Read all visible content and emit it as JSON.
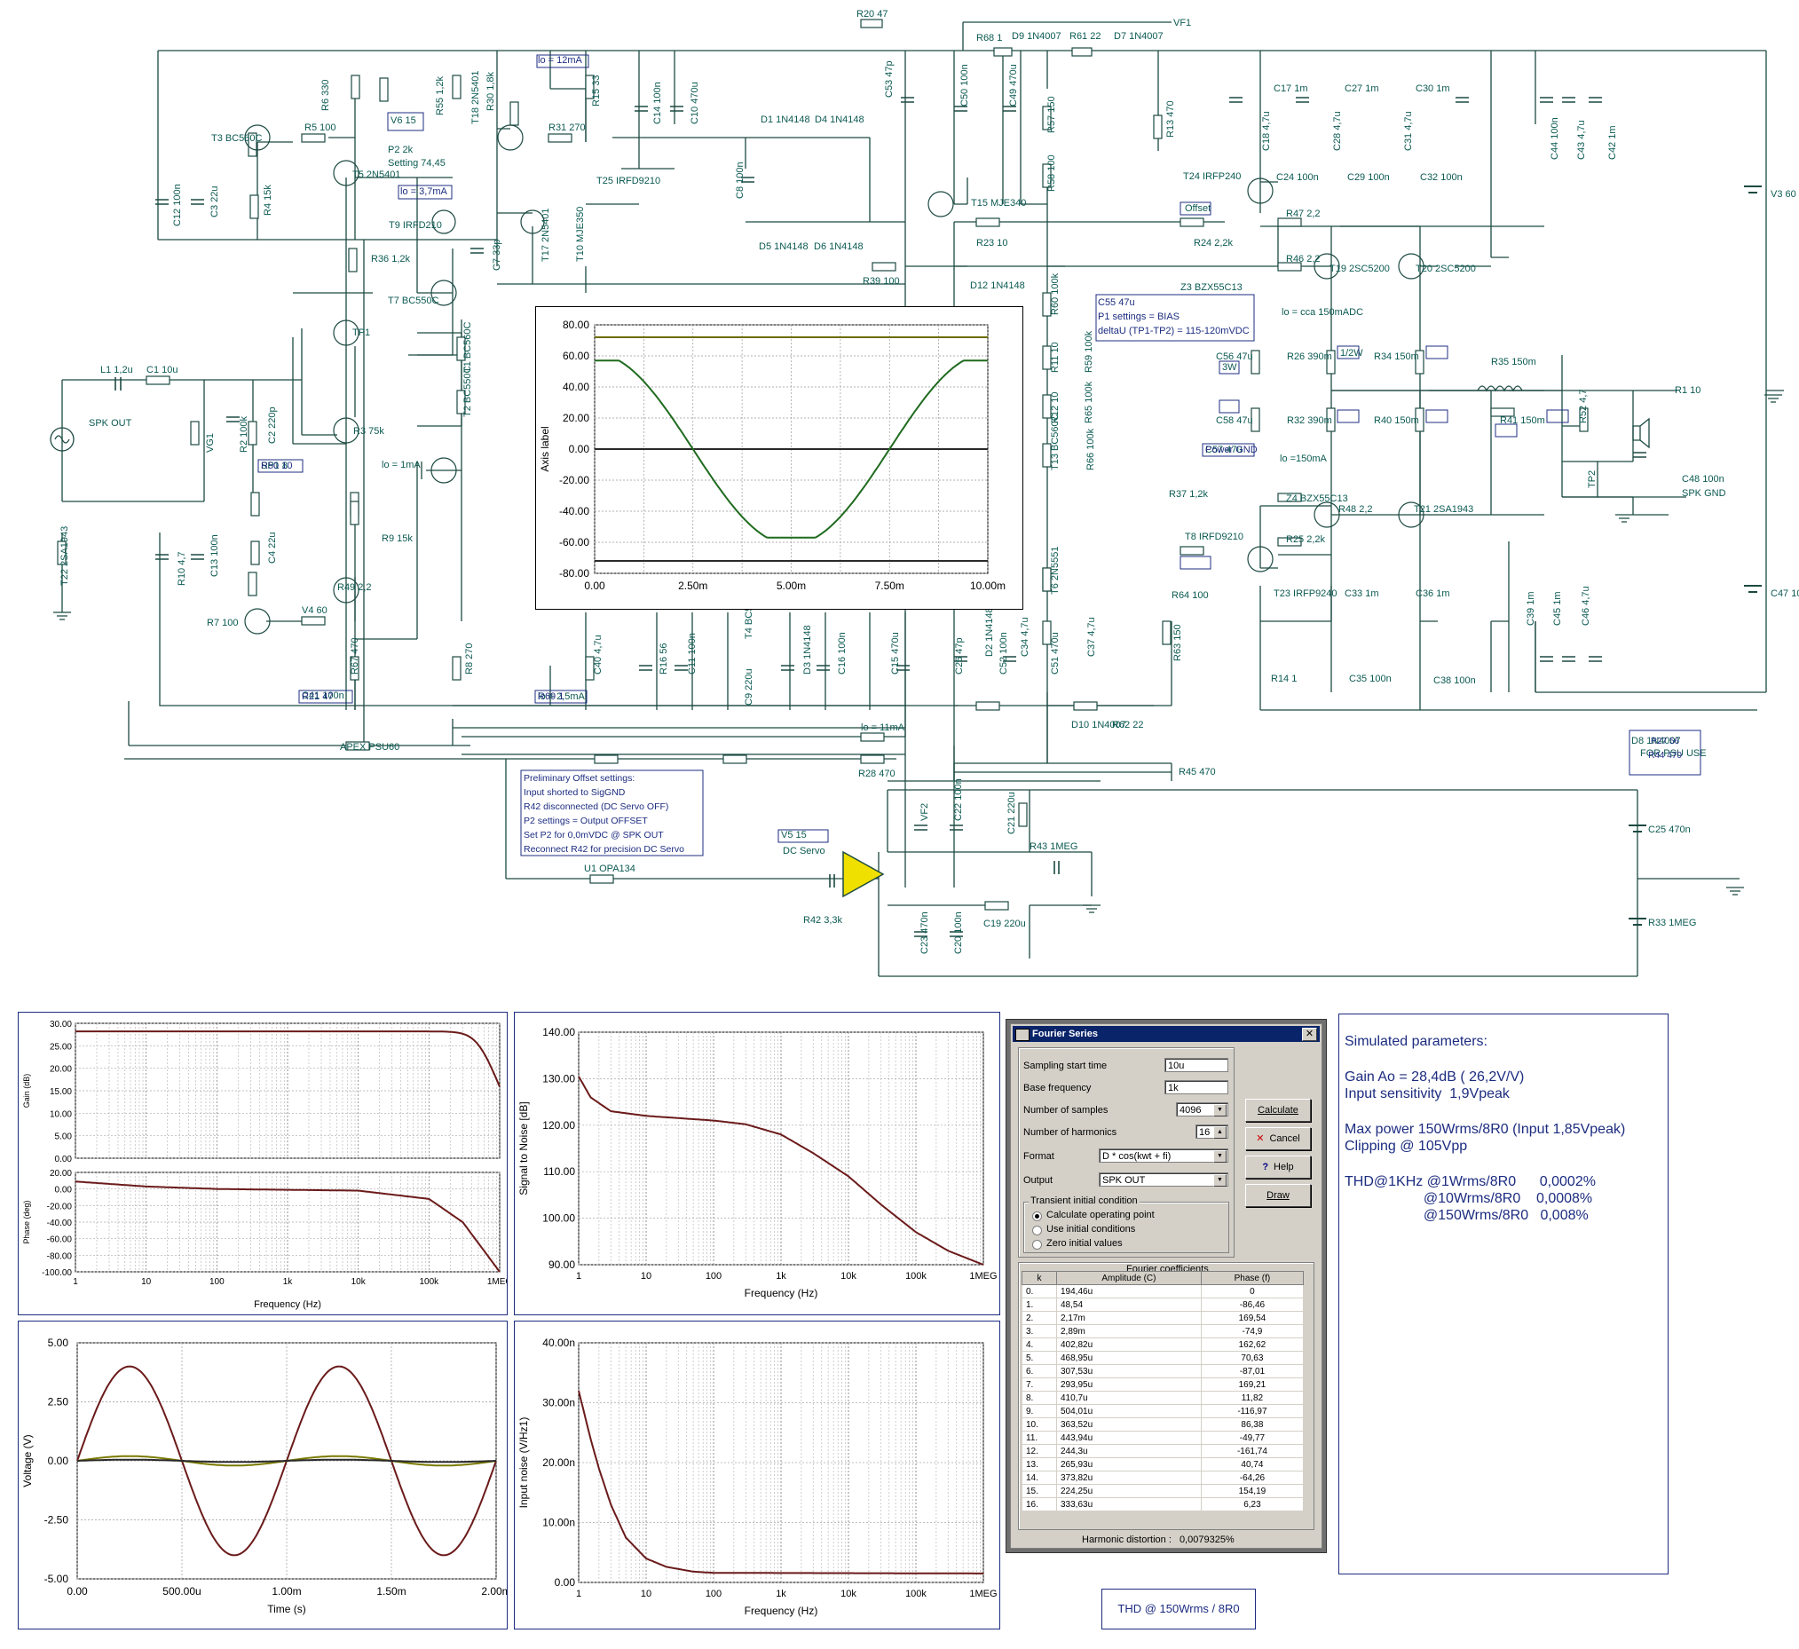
{
  "schematic": {
    "labels": [
      {
        "t": "R20 47"
      },
      {
        "t": "VF1"
      },
      {
        "t": "lo = 12mA"
      },
      {
        "t": "R68 1"
      },
      {
        "t": "D9 1N4007"
      },
      {
        "t": "R61 22"
      },
      {
        "t": "D7 1N4007"
      },
      {
        "t": "R6 330"
      },
      {
        "t": "R55 1,2k"
      },
      {
        "t": "R30 1,8k"
      },
      {
        "t": "R15 33"
      },
      {
        "t": "C14 100n"
      },
      {
        "t": "C10 470u"
      },
      {
        "t": "C53 47p"
      },
      {
        "t": "C50 100n"
      },
      {
        "t": "C49 470u"
      },
      {
        "t": "R57 150"
      },
      {
        "t": "R13 470"
      },
      {
        "t": "C17 1m"
      },
      {
        "t": "C27 1m"
      },
      {
        "t": "C30 1m"
      },
      {
        "t": "C44 100n"
      },
      {
        "t": "C43 4,7u"
      },
      {
        "t": "C42 1m"
      },
      {
        "t": "V3 60"
      },
      {
        "t": "T3 BC560C"
      },
      {
        "t": "R5 100"
      },
      {
        "t": "P2 2k"
      },
      {
        "t": "Setting 74,45"
      },
      {
        "t": "T5 2N5401"
      },
      {
        "t": "T18 2N5401"
      },
      {
        "t": "R31 270"
      },
      {
        "t": "D1 1N4148"
      },
      {
        "t": "D4 1N4148"
      },
      {
        "t": "T25 IRFD9210"
      },
      {
        "t": "C18 4,7u"
      },
      {
        "t": "C28 4,7u"
      },
      {
        "t": "C31 4,7u"
      },
      {
        "t": "C24 100n"
      },
      {
        "t": "C29 100n"
      },
      {
        "t": "C32 100n"
      },
      {
        "t": "T24 IRFP240"
      },
      {
        "t": "R58 100"
      },
      {
        "t": "C12 100n"
      },
      {
        "t": "C3 22u"
      },
      {
        "t": "R4 15k"
      },
      {
        "t": "lo = 3,7mA"
      },
      {
        "t": "C8 100n"
      },
      {
        "t": "T15 MJE340"
      },
      {
        "t": "R47 2,2"
      },
      {
        "t": "T9 IRFD210"
      },
      {
        "t": "T17 2N5401"
      },
      {
        "t": "T10 MJE350"
      },
      {
        "t": "D5 1N4148"
      },
      {
        "t": "D6 1N4148"
      },
      {
        "t": "R23 10"
      },
      {
        "t": "R24 2,2k"
      },
      {
        "t": "R36 1,2k"
      },
      {
        "t": "C7 33p"
      },
      {
        "t": "R46 2,2"
      },
      {
        "t": "T19 2SC5200"
      },
      {
        "t": "T20 2SC5200"
      },
      {
        "t": "R39 100"
      },
      {
        "t": "D12 1N4148"
      },
      {
        "t": "Z3 BZX55C13"
      },
      {
        "t": "T7 BC550C"
      },
      {
        "t": "R60 100k"
      },
      {
        "t": "C55 47u"
      },
      {
        "t": "P1 settings = BIAS"
      },
      {
        "t": "deltaU (TP1-TP2) = 115-120mVDC"
      },
      {
        "t": "lo = cca 150mADC"
      },
      {
        "t": "TP1"
      },
      {
        "t": "T1 BC560C"
      },
      {
        "t": "R11 10"
      },
      {
        "t": "R59 100k"
      },
      {
        "t": "C56 47u"
      },
      {
        "t": "R26 390m"
      },
      {
        "t": "R34 150m"
      },
      {
        "t": "R35 150m"
      },
      {
        "t": "L1 1,2u"
      },
      {
        "t": "C1 10u"
      },
      {
        "t": "R1 10"
      },
      {
        "t": "SPK OUT"
      },
      {
        "t": "VG1"
      },
      {
        "t": "R2 100k"
      },
      {
        "t": "C2 220p"
      },
      {
        "t": "R3 75k"
      },
      {
        "t": "T2 BC550C"
      },
      {
        "t": "R12 10"
      },
      {
        "t": "R65 100k"
      },
      {
        "t": "C58 47u"
      },
      {
        "t": "R32 390m"
      },
      {
        "t": "R40 150m"
      },
      {
        "t": "R41 150m"
      },
      {
        "t": "R52 4,7"
      },
      {
        "t": "R50 10"
      },
      {
        "t": "SP1 8"
      },
      {
        "t": "lo = 1mA"
      },
      {
        "t": "T13 BC560C"
      },
      {
        "t": "R66 100k"
      },
      {
        "t": "C57 47u"
      },
      {
        "t": "lo =150mA"
      },
      {
        "t": "TP2"
      },
      {
        "t": "C48 100n"
      },
      {
        "t": "SPK GND"
      },
      {
        "t": "Power GND"
      },
      {
        "t": "R37 1,2k"
      },
      {
        "t": "Z4 BZX55C13"
      },
      {
        "t": "R48 2,2"
      },
      {
        "t": "T21 2SA1943"
      },
      {
        "t": "T22 2SA1943"
      },
      {
        "t": "R10 4,7"
      },
      {
        "t": "C13 100n"
      },
      {
        "t": "C4 22u"
      },
      {
        "t": "R9 15k"
      },
      {
        "t": "T8 IRFD9210"
      },
      {
        "t": "R25 2,2k"
      },
      {
        "t": "R49 2,2"
      },
      {
        "t": "T6 2N5551"
      },
      {
        "t": "R64 100"
      },
      {
        "t": "T23 IRFP9240"
      },
      {
        "t": "C33 1m"
      },
      {
        "t": "C36 1m"
      },
      {
        "t": "C39 1m"
      },
      {
        "t": "C45 1m"
      },
      {
        "t": "C46 4,7u"
      },
      {
        "t": "C47 100n"
      },
      {
        "t": "V4 60"
      },
      {
        "t": "R7 100"
      },
      {
        "t": "T4 BC550C"
      },
      {
        "t": "D2 1N4148"
      },
      {
        "t": "C34 4,7u"
      },
      {
        "t": "C37 4,7u"
      },
      {
        "t": "C40 4,7u"
      },
      {
        "t": "R16 56"
      },
      {
        "t": "C11 100n"
      },
      {
        "t": "C9 220u"
      },
      {
        "t": "D3 1N4148"
      },
      {
        "t": "C16 100n"
      },
      {
        "t": "C15 470u"
      },
      {
        "t": "C26 47p"
      },
      {
        "t": "C52 100n"
      },
      {
        "t": "C51 470u"
      },
      {
        "t": "R63 150"
      },
      {
        "t": "R67 470"
      },
      {
        "t": "R8 270"
      },
      {
        "t": "R14 1"
      },
      {
        "t": "C35 100n"
      },
      {
        "t": "C38 100n"
      },
      {
        "t": "C41 100n"
      },
      {
        "t": "lo = 2,5mA"
      },
      {
        "t": "lo = 11mA"
      },
      {
        "t": "R21 47"
      },
      {
        "t": "R69 1"
      },
      {
        "t": "D10 1N4007"
      },
      {
        "t": "R62 22"
      },
      {
        "t": "D8 1N4007"
      },
      {
        "t": "FOR PSU USE"
      },
      {
        "t": "APEX PSU60"
      },
      {
        "t": "R27 56"
      },
      {
        "t": "R44 470"
      },
      {
        "t": "R28 470"
      },
      {
        "t": "R45 470"
      },
      {
        "t": "VF2"
      },
      {
        "t": "C22 100n"
      },
      {
        "t": "C21 220u"
      },
      {
        "t": "R43 1MEG"
      },
      {
        "t": "C25 470n"
      },
      {
        "t": "V5 15"
      },
      {
        "t": "DC Servo"
      },
      {
        "t": "U1 OPA134"
      },
      {
        "t": "R42 3,3k"
      },
      {
        "t": "C23 470n"
      },
      {
        "t": "C20 100n"
      },
      {
        "t": "C19 220u"
      },
      {
        "t": "R33 1MEG"
      },
      {
        "t": "V6 15"
      },
      {
        "t": "Offset"
      },
      {
        "t": "1/2W"
      },
      {
        "t": "3W"
      },
      {
        "t": "5W"
      }
    ],
    "notes": {
      "offset_lines": [
        "Preliminary Offset settings:",
        "Input shorted to SigGND",
        "R42 disconnected (DC Servo OFF)",
        "P2 settings = Output OFFSET",
        "Set P2 for 0,0mVDC @ SPK OUT",
        "Reconnect R42 for precision DC Servo"
      ]
    }
  },
  "chart_data": [
    {
      "type": "line",
      "id": "transient-main",
      "ylabel": "Axis label",
      "xticks": [
        "0.00",
        "2.50m",
        "5.00m",
        "7.50m",
        "10.00m"
      ],
      "yticks": [
        "80.00",
        "60.00",
        "40.00",
        "20.00",
        "0.00",
        "-20.00",
        "-40.00",
        "-60.00",
        "-80.00"
      ],
      "xlim": [
        0,
        10
      ],
      "ylim": [
        -80,
        80
      ],
      "series": [
        {
          "color": "#6b6b00",
          "kind": "const",
          "value": 72
        },
        {
          "color": "#2a2a2a",
          "kind": "const",
          "value": 0
        },
        {
          "color": "#2a2a2a",
          "kind": "const",
          "value": -72
        },
        {
          "color": "#1f6b1f",
          "kind": "cos",
          "amplitude": 57,
          "period_ms": 10,
          "clip": 57
        }
      ],
      "grid": true
    },
    {
      "type": "line",
      "id": "bode",
      "top_ylabel": "Gain (dB)",
      "bottom_ylabel": "Phase (deg)",
      "xlabel": "Frequency (Hz)",
      "xticks": [
        "1",
        "10",
        "100",
        "1k",
        "10k",
        "100k",
        "1MEG"
      ],
      "top_yticks": [
        "30.00",
        "25.00",
        "20.00",
        "15.00",
        "10.00",
        "5.00",
        "0.00"
      ],
      "bottom_yticks": [
        "20.00",
        "0.00",
        "-20.00",
        "-40.00",
        "-60.00",
        "-80.00",
        "-100.00"
      ],
      "gain_db": {
        "flat": 28.2,
        "f3db_hz": 500000
      },
      "phase_deg": [
        [
          1,
          9
        ],
        [
          10,
          3
        ],
        [
          100,
          0
        ],
        [
          1000,
          -1
        ],
        [
          10000,
          -2
        ],
        [
          100000,
          -12
        ],
        [
          300000,
          -40
        ],
        [
          1000000,
          -100
        ]
      ],
      "grid": true
    },
    {
      "type": "line",
      "id": "snr",
      "ylabel": "Signal to Noise [dB]",
      "xlabel": "Frequency (Hz)",
      "xticks": [
        "1",
        "10",
        "100",
        "1k",
        "10k",
        "100k",
        "1MEG"
      ],
      "yticks": [
        "140.00",
        "130.00",
        "120.00",
        "110.00",
        "100.00",
        "90.00"
      ],
      "ylim": [
        90,
        140
      ],
      "points": [
        [
          1,
          130.5
        ],
        [
          1.5,
          126
        ],
        [
          3,
          123
        ],
        [
          10,
          122
        ],
        [
          100,
          121
        ],
        [
          300,
          120.2
        ],
        [
          1000,
          118
        ],
        [
          3000,
          114
        ],
        [
          10000,
          109
        ],
        [
          30000,
          103
        ],
        [
          100000,
          97
        ],
        [
          300000,
          93
        ],
        [
          1000000,
          90
        ]
      ],
      "grid": true
    },
    {
      "type": "line",
      "id": "transient-io",
      "ylabel": "Voltage (V)",
      "xlabel": "Time (s)",
      "xticks": [
        "0.00",
        "500.00u",
        "1.00m",
        "1.50m",
        "2.00m"
      ],
      "yticks": [
        "5.00",
        "2.50",
        "0.00",
        "-2.50",
        "-5.00"
      ],
      "xlim": [
        0,
        2
      ],
      "ylim": [
        -5,
        5
      ],
      "series": [
        {
          "color": "#6b1a1a",
          "amplitude": 4.0,
          "freq_khz": 1
        },
        {
          "color": "#7a7a00",
          "amplitude": 0.2,
          "freq_khz": 1
        },
        {
          "color": "#2a2a2a",
          "amplitude": 0.05,
          "freq_khz": 1
        }
      ],
      "grid": true
    },
    {
      "type": "line",
      "id": "input-noise",
      "ylabel": "Input noise (V/Hz1)",
      "xlabel": "Frequency (Hz)",
      "xticks": [
        "1",
        "10",
        "100",
        "1k",
        "10k",
        "100k",
        "1MEG"
      ],
      "yticks": [
        "40.00n",
        "30.00n",
        "20.00n",
        "10.00n",
        "0.00"
      ],
      "ylim": [
        0,
        40
      ],
      "points": [
        [
          1,
          32
        ],
        [
          1.5,
          24
        ],
        [
          2,
          19
        ],
        [
          3,
          13
        ],
        [
          5,
          7.5
        ],
        [
          10,
          4
        ],
        [
          20,
          2.6
        ],
        [
          50,
          1.8
        ],
        [
          100,
          1.6
        ],
        [
          1000000,
          1.5
        ]
      ],
      "grid": true
    }
  ],
  "fourier": {
    "title": "Fourier Series",
    "close": "✕",
    "fields": [
      {
        "label": "Sampling start time",
        "value": "10u"
      },
      {
        "label": "Base frequency",
        "value": "1k"
      }
    ],
    "num_samples_label": "Number of samples",
    "num_samples": "4096",
    "num_harmonics_label": "Number of harmonics",
    "num_harmonics": "16",
    "format_label": "Format",
    "format": "D * cos(kwt + fi)",
    "output_label": "Output",
    "output": "SPK OUT",
    "transient_group": "Transient initial condition",
    "radios": [
      "Calculate operating point",
      "Use initial conditions",
      "Zero initial values"
    ],
    "buttons": {
      "calculate": "Calculate",
      "cancel": "Cancel",
      "help": "Help",
      "draw": "Draw"
    },
    "coeff_title": "Fourier coefficients",
    "columns": [
      "k",
      "Amplitude (C)",
      "Phase (f)"
    ],
    "rows": [
      [
        "0.",
        "194,46u",
        "0"
      ],
      [
        "1.",
        "48,54",
        "-86,46"
      ],
      [
        "2.",
        "2,17m",
        "169,54"
      ],
      [
        "3.",
        "2,89m",
        "-74,9"
      ],
      [
        "4.",
        "402,82u",
        "162,62"
      ],
      [
        "5.",
        "468,95u",
        "70,63"
      ],
      [
        "6.",
        "307,53u",
        "-87,01"
      ],
      [
        "7.",
        "293,95u",
        "169,21"
      ],
      [
        "8.",
        "410,7u",
        "11,82"
      ],
      [
        "9.",
        "504,01u",
        "-116,97"
      ],
      [
        "10.",
        "363,52u",
        "86,38"
      ],
      [
        "11.",
        "443,94u",
        "-49,77"
      ],
      [
        "12.",
        "244,3u",
        "-161,74"
      ],
      [
        "13.",
        "265,93u",
        "40,74"
      ],
      [
        "14.",
        "373,82u",
        "-64,26"
      ],
      [
        "15.",
        "224,25u",
        "154,19"
      ],
      [
        "16.",
        "333,63u",
        "6,23"
      ]
    ],
    "distortion_label": "Harmonic distortion :",
    "distortion": "0,0079325%"
  },
  "params": {
    "title": "Simulated parameters:",
    "lines": [
      "Gain Ao = 28,4dB ( 26,2V/V)",
      "Input sensitivity  1,9Vpeak",
      "Max power 150Wrms/8R0 (Input 1,85Vpeak)",
      "Clipping @ 105Vpp",
      "THD@1KHz @1Wrms/8R0      0,0002%",
      "                    @10Wrms/8R0    0,0008%",
      "                    @150Wrms/8R0   0,008%"
    ]
  },
  "caption": "THD @ 150Wrms / 8R0",
  "colors": {
    "wire": "#1c4a42",
    "label": "#0b5a52",
    "box": "#1c2c80"
  }
}
